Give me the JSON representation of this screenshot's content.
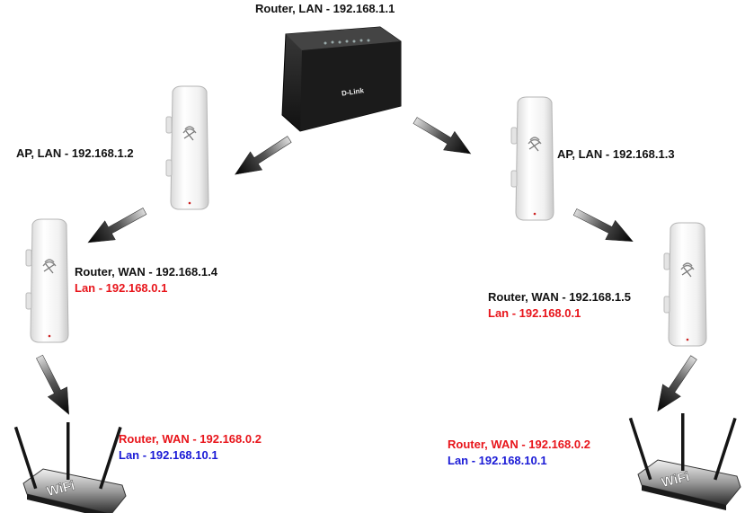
{
  "labels": {
    "main_router": "Router, LAN - 192.168.1.1",
    "ap_left": "AP, LAN - 192.168.1.2",
    "ap_right": "AP, LAN - 192.168.1.3",
    "left_station": {
      "wan": "Router, WAN - 192.168.1.4",
      "lan": "Lan - 192.168.0.1"
    },
    "right_station": {
      "wan": "Router, WAN - 192.168.1.5",
      "lan": "Lan - 192.168.0.1"
    },
    "left_wifi": {
      "wan": "Router, WAN - 192.168.0.2",
      "lan": "Lan - 192.168.10.1"
    },
    "right_wifi": {
      "wan": "Router, WAN - 192.168.0.2",
      "lan": "Lan - 192.168.10.1"
    }
  },
  "devices": {
    "main_router_brand": "D-Link",
    "wifi_text": "WiFi"
  },
  "colors": {
    "wan_black": "#111111",
    "lan_red": "#e8151b",
    "lan_blue": "#1a1ad6",
    "arrow": "#111111"
  }
}
